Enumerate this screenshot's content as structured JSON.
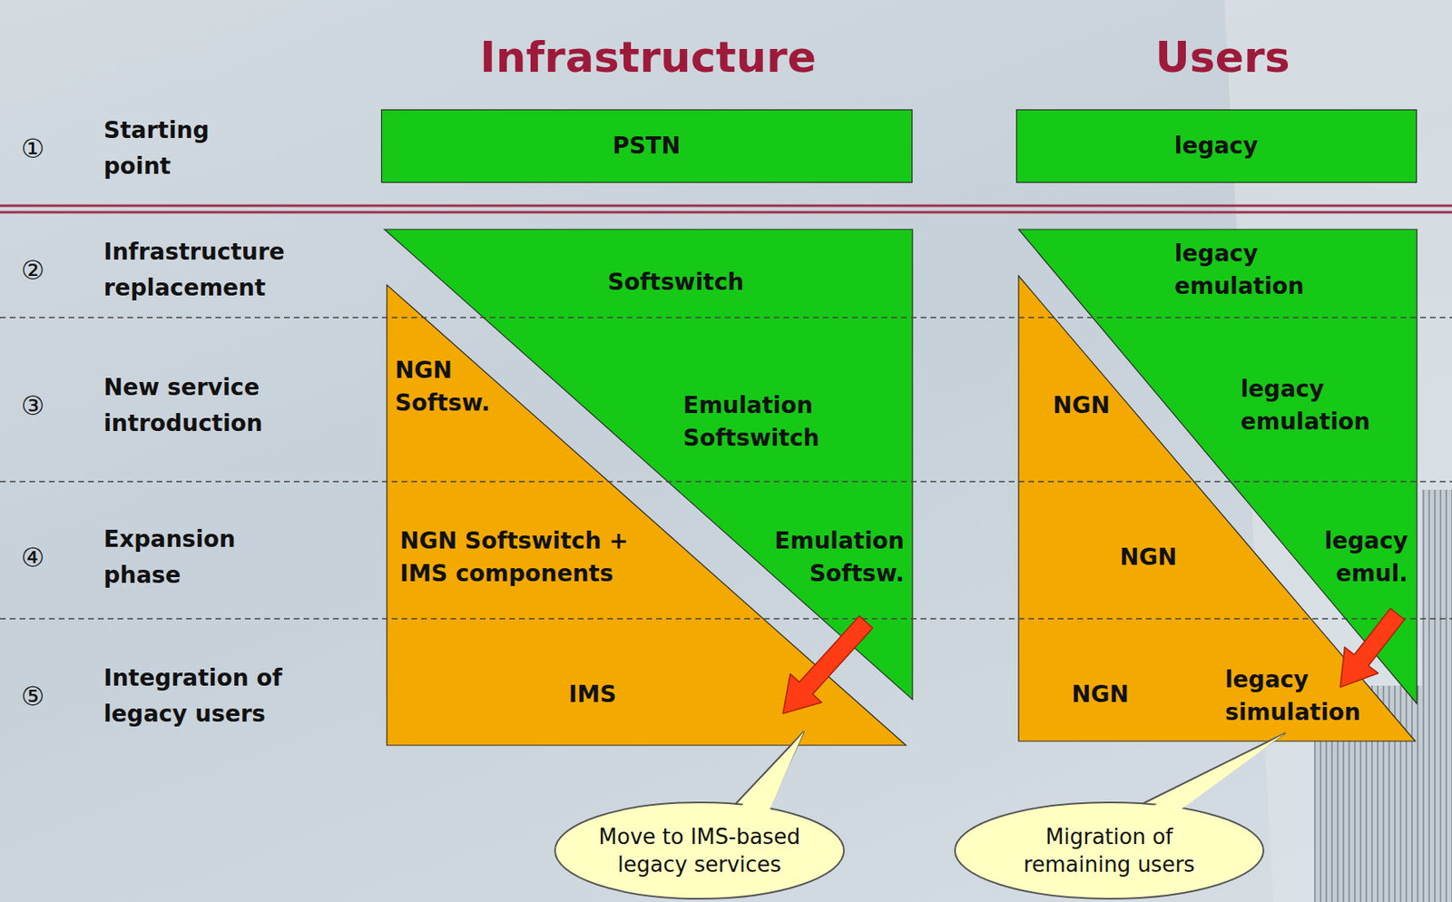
{
  "diagram": {
    "nodes": [
      {
        "text": [
          "PSTN"
        ]
      },
      {
        "text": [
          "legacy"
        ]
      },
      {
        "text": [
          "Softswitch",
          "Emulation Softswitch",
          "Emulation Softsw."
        ]
      },
      {
        "text": [
          "NGN Softsw.",
          "NGN Softswitch + IMS components",
          "IMS"
        ]
      },
      {
        "text": [
          "legacy emulation",
          "legacy emulation",
          "legacy emul."
        ]
      },
      {
        "text": [
          "NGN",
          "NGN",
          "NGN",
          "legacy simulation"
        ]
      },
      {
        "text": [
          "Move to IMS-based legacy services"
        ]
      },
      {
        "text": [
          "Migration of remaining users"
        ]
      }
    ],
    "edges": [
      {
        "from": 2,
        "to": 3,
        "arrow": "to"
      },
      {
        "from": 4,
        "to": 5,
        "arrow": "to"
      }
    ],
    "labels": [
      "Infrastructure",
      "Users",
      "①",
      "Starting point",
      "②",
      "Infrastructure replacement",
      "③",
      "New service introduction",
      "④",
      "Expansion phase",
      "⑤",
      "Integration of legacy users"
    ]
  }
}
